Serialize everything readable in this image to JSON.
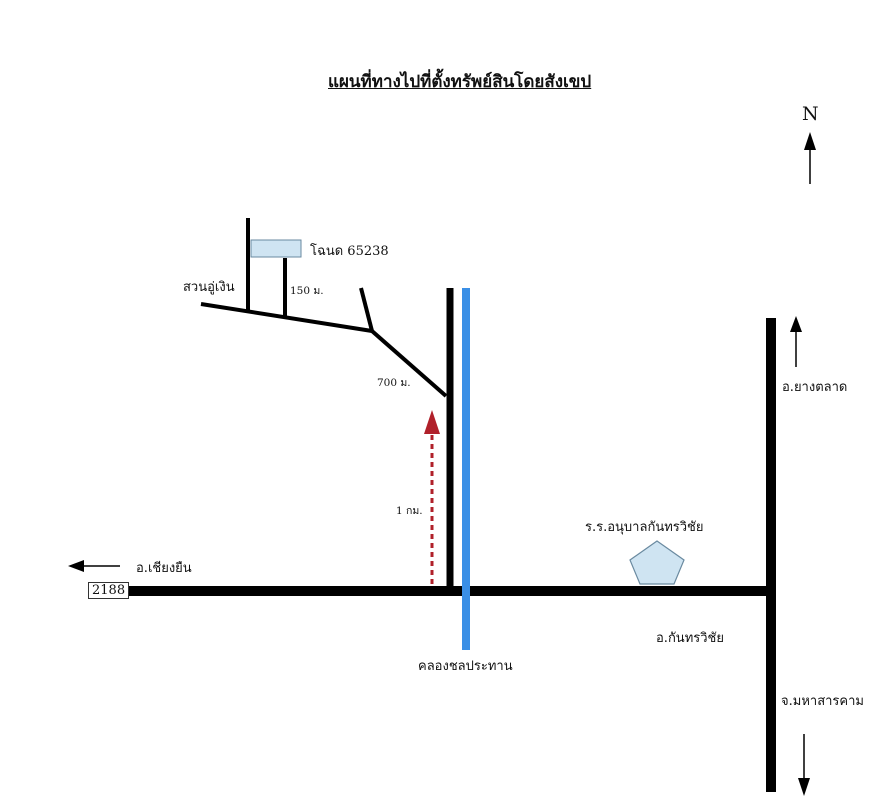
{
  "title": "แผนที่ทางไปที่ตั้งทรัพย์สินโดยสังเขป",
  "north_label": "N",
  "labels": {
    "deed": "โฉนด 65238",
    "garden": "สวนอู่เงิน",
    "dist_150": "150 ม.",
    "dist_700": "700 ม.",
    "dist_1km": "1 กม.",
    "chiang_yuen": "อ.เชียงยืน",
    "route": "2188",
    "canal": "คลองชลประทาน",
    "school": "ร.ร.อนุบาลกันทรวิชัย",
    "kantharawichai": "อ.กันทรวิชัย",
    "yang_talat": "อ.ยางตลาด",
    "maha_sarakham": "จ.มหาสารคาม"
  },
  "colors": {
    "road": "#000000",
    "canal": "#3a8fe6",
    "route_arrow": "#b0202a",
    "parcel_fill": "#cfe4f2",
    "school_fill": "#cfe4f2"
  },
  "icons": [
    "north-arrow-icon",
    "west-arrow-icon",
    "up-arrow-icon",
    "down-arrow-icon",
    "school-pentagon-icon"
  ]
}
